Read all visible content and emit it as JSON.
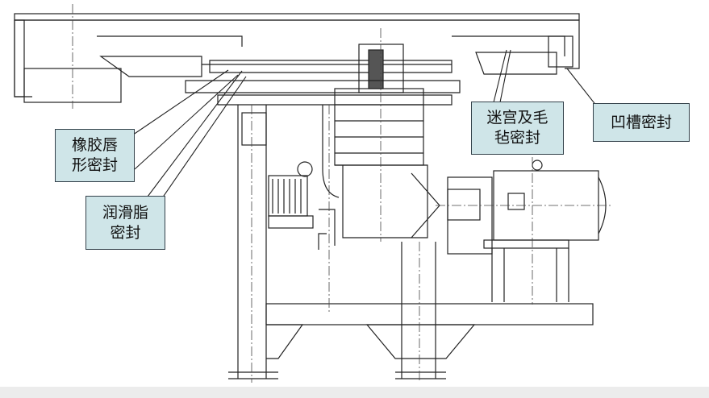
{
  "callouts": {
    "rubber_lip": {
      "line1": "橡胶唇",
      "line2": "形密封"
    },
    "grease": {
      "line1": "润滑脂",
      "line2": "密封"
    },
    "labyrinth_felt": {
      "line1": "迷宫及毛",
      "line2": "毡密封"
    },
    "groove": {
      "line1": "凹槽密封"
    }
  },
  "colors": {
    "callout_fill": "#cfe5e8",
    "line": "#222222",
    "background": "#ffffff"
  }
}
